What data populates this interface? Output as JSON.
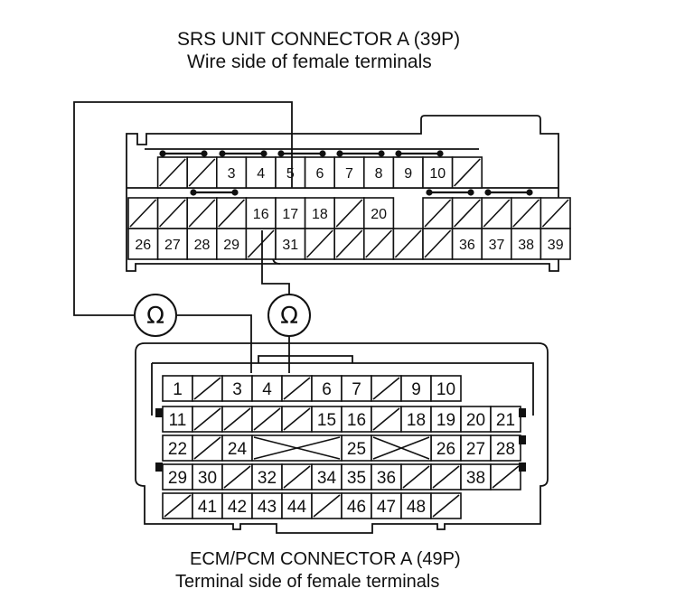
{
  "srs": {
    "title": "SRS UNIT CONNECTOR A (39P)",
    "subtitle": "Wire side of female terminals",
    "cells": [
      {
        "row": 0,
        "col": 1,
        "t": ""
      },
      {
        "row": 0,
        "col": 2,
        "t": ""
      },
      {
        "row": 0,
        "col": 3,
        "t": "3"
      },
      {
        "row": 0,
        "col": 4,
        "t": "4"
      },
      {
        "row": 0,
        "col": 5,
        "t": "5"
      },
      {
        "row": 0,
        "col": 6,
        "t": "6"
      },
      {
        "row": 0,
        "col": 7,
        "t": "7"
      },
      {
        "row": 0,
        "col": 8,
        "t": "8"
      },
      {
        "row": 0,
        "col": 9,
        "t": "9"
      },
      {
        "row": 0,
        "col": 10,
        "t": "10"
      },
      {
        "row": 0,
        "col": 11,
        "t": ""
      },
      {
        "row": 1,
        "col": 0,
        "t": ""
      },
      {
        "row": 1,
        "col": 1,
        "t": ""
      },
      {
        "row": 1,
        "col": 2,
        "t": ""
      },
      {
        "row": 1,
        "col": 3,
        "t": ""
      },
      {
        "row": 1,
        "col": 4,
        "t": "16"
      },
      {
        "row": 1,
        "col": 5,
        "t": "17"
      },
      {
        "row": 1,
        "col": 6,
        "t": "18"
      },
      {
        "row": 1,
        "col": 7,
        "t": ""
      },
      {
        "row": 1,
        "col": 8,
        "t": "20"
      },
      {
        "row": 1,
        "col": 10,
        "t": ""
      },
      {
        "row": 1,
        "col": 11,
        "t": ""
      },
      {
        "row": 1,
        "col": 12,
        "t": ""
      },
      {
        "row": 1,
        "col": 13,
        "t": ""
      },
      {
        "row": 1,
        "col": 14,
        "t": ""
      },
      {
        "row": 2,
        "col": 0,
        "t": "26"
      },
      {
        "row": 2,
        "col": 1,
        "t": "27"
      },
      {
        "row": 2,
        "col": 2,
        "t": "28"
      },
      {
        "row": 2,
        "col": 3,
        "t": "29"
      },
      {
        "row": 2,
        "col": 4,
        "t": ""
      },
      {
        "row": 2,
        "col": 5,
        "t": "31"
      },
      {
        "row": 2,
        "col": 6,
        "t": ""
      },
      {
        "row": 2,
        "col": 7,
        "t": ""
      },
      {
        "row": 2,
        "col": 8,
        "t": ""
      },
      {
        "row": 2,
        "col": 9,
        "t": ""
      },
      {
        "row": 2,
        "col": 10,
        "t": ""
      },
      {
        "row": 2,
        "col": 11,
        "t": "36"
      },
      {
        "row": 2,
        "col": 12,
        "t": "37"
      },
      {
        "row": 2,
        "col": 13,
        "t": "38"
      },
      {
        "row": 2,
        "col": 14,
        "t": "39"
      }
    ]
  },
  "ecm": {
    "title": "ECM/PCM CONNECTOR A (49P)",
    "subtitle": "Terminal side of female terminals",
    "cells": [
      {
        "row": 0,
        "col": 0,
        "t": "1"
      },
      {
        "row": 0,
        "col": 1,
        "t": ""
      },
      {
        "row": 0,
        "col": 2,
        "t": "3"
      },
      {
        "row": 0,
        "col": 3,
        "t": "4"
      },
      {
        "row": 0,
        "col": 4,
        "t": ""
      },
      {
        "row": 0,
        "col": 5,
        "t": "6"
      },
      {
        "row": 0,
        "col": 6,
        "t": "7"
      },
      {
        "row": 0,
        "col": 7,
        "t": ""
      },
      {
        "row": 0,
        "col": 8,
        "t": "9"
      },
      {
        "row": 0,
        "col": 9,
        "t": "10"
      },
      {
        "row": 1,
        "col": 0,
        "t": "11"
      },
      {
        "row": 1,
        "col": 1,
        "t": ""
      },
      {
        "row": 1,
        "col": 2,
        "t": ""
      },
      {
        "row": 1,
        "col": 3,
        "t": ""
      },
      {
        "row": 1,
        "col": 4,
        "t": ""
      },
      {
        "row": 1,
        "col": 5,
        "t": "15"
      },
      {
        "row": 1,
        "col": 6,
        "t": "16"
      },
      {
        "row": 1,
        "col": 7,
        "t": ""
      },
      {
        "row": 1,
        "col": 8,
        "t": "18"
      },
      {
        "row": 1,
        "col": 9,
        "t": "19"
      },
      {
        "row": 1,
        "col": 10,
        "t": "20"
      },
      {
        "row": 1,
        "col": 11,
        "t": "21"
      },
      {
        "row": 2,
        "col": 0,
        "t": "22"
      },
      {
        "row": 2,
        "col": 1,
        "t": ""
      },
      {
        "row": 2,
        "col": 2,
        "t": "24"
      },
      {
        "row": 2,
        "col": 6,
        "t": "25"
      },
      {
        "row": 2,
        "col": 9,
        "t": "26"
      },
      {
        "row": 2,
        "col": 10,
        "t": "27"
      },
      {
        "row": 2,
        "col": 11,
        "t": "28"
      },
      {
        "row": 3,
        "col": 0,
        "t": "29"
      },
      {
        "row": 3,
        "col": 1,
        "t": "30"
      },
      {
        "row": 3,
        "col": 2,
        "t": ""
      },
      {
        "row": 3,
        "col": 3,
        "t": "32"
      },
      {
        "row": 3,
        "col": 4,
        "t": ""
      },
      {
        "row": 3,
        "col": 5,
        "t": "34"
      },
      {
        "row": 3,
        "col": 6,
        "t": "35"
      },
      {
        "row": 3,
        "col": 7,
        "t": "36"
      },
      {
        "row": 3,
        "col": 8,
        "t": ""
      },
      {
        "row": 3,
        "col": 9,
        "t": ""
      },
      {
        "row": 3,
        "col": 10,
        "t": "38"
      },
      {
        "row": 3,
        "col": 11,
        "t": ""
      },
      {
        "row": 4,
        "col": 0,
        "t": ""
      },
      {
        "row": 4,
        "col": 1,
        "t": "41"
      },
      {
        "row": 4,
        "col": 2,
        "t": "42"
      },
      {
        "row": 4,
        "col": 3,
        "t": "43"
      },
      {
        "row": 4,
        "col": 4,
        "t": "44"
      },
      {
        "row": 4,
        "col": 5,
        "t": ""
      },
      {
        "row": 4,
        "col": 6,
        "t": "46"
      },
      {
        "row": 4,
        "col": 7,
        "t": "47"
      },
      {
        "row": 4,
        "col": 8,
        "t": "48"
      },
      {
        "row": 4,
        "col": 9,
        "t": ""
      }
    ]
  },
  "meters": [
    {
      "symbol": "Ω"
    },
    {
      "symbol": "Ω"
    }
  ]
}
